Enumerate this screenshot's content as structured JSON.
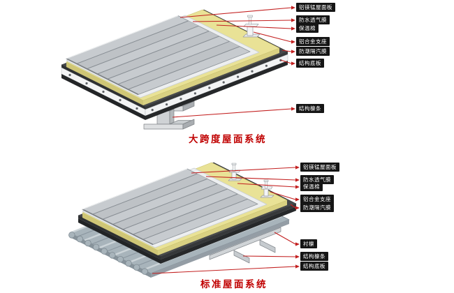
{
  "top_diagram": {
    "title": "大跨度屋面系统",
    "labels": [
      {
        "text": "铝镁锰屋面板"
      },
      {
        "text": "防水透气膜"
      },
      {
        "text": "保温棉"
      },
      {
        "text": "铝合金支座"
      },
      {
        "text": "防潮隔汽膜"
      },
      {
        "text": "结构底板"
      },
      {
        "text": "结构檩条"
      }
    ]
  },
  "bottom_diagram": {
    "title": "标准屋面系统",
    "labels": [
      {
        "text": "铝镁锰屋面板"
      },
      {
        "text": "防水透气膜"
      },
      {
        "text": "保温棉"
      },
      {
        "text": "铝合金支座"
      },
      {
        "text": "防潮隔汽膜"
      },
      {
        "text": "衬檩"
      },
      {
        "text": "结构檩条"
      },
      {
        "text": "结构底板"
      }
    ]
  },
  "colors": {
    "title_red": "#c00000",
    "arrow_red": "#c32020",
    "chip_bg": "#151515",
    "panel_gray": "#c7cbcf",
    "insulation_yellow": "#e9e296",
    "dark_membrane": "#47494b",
    "deck_white": "#f2f3f4",
    "liner_blue_gray": "#a8b4bb"
  }
}
